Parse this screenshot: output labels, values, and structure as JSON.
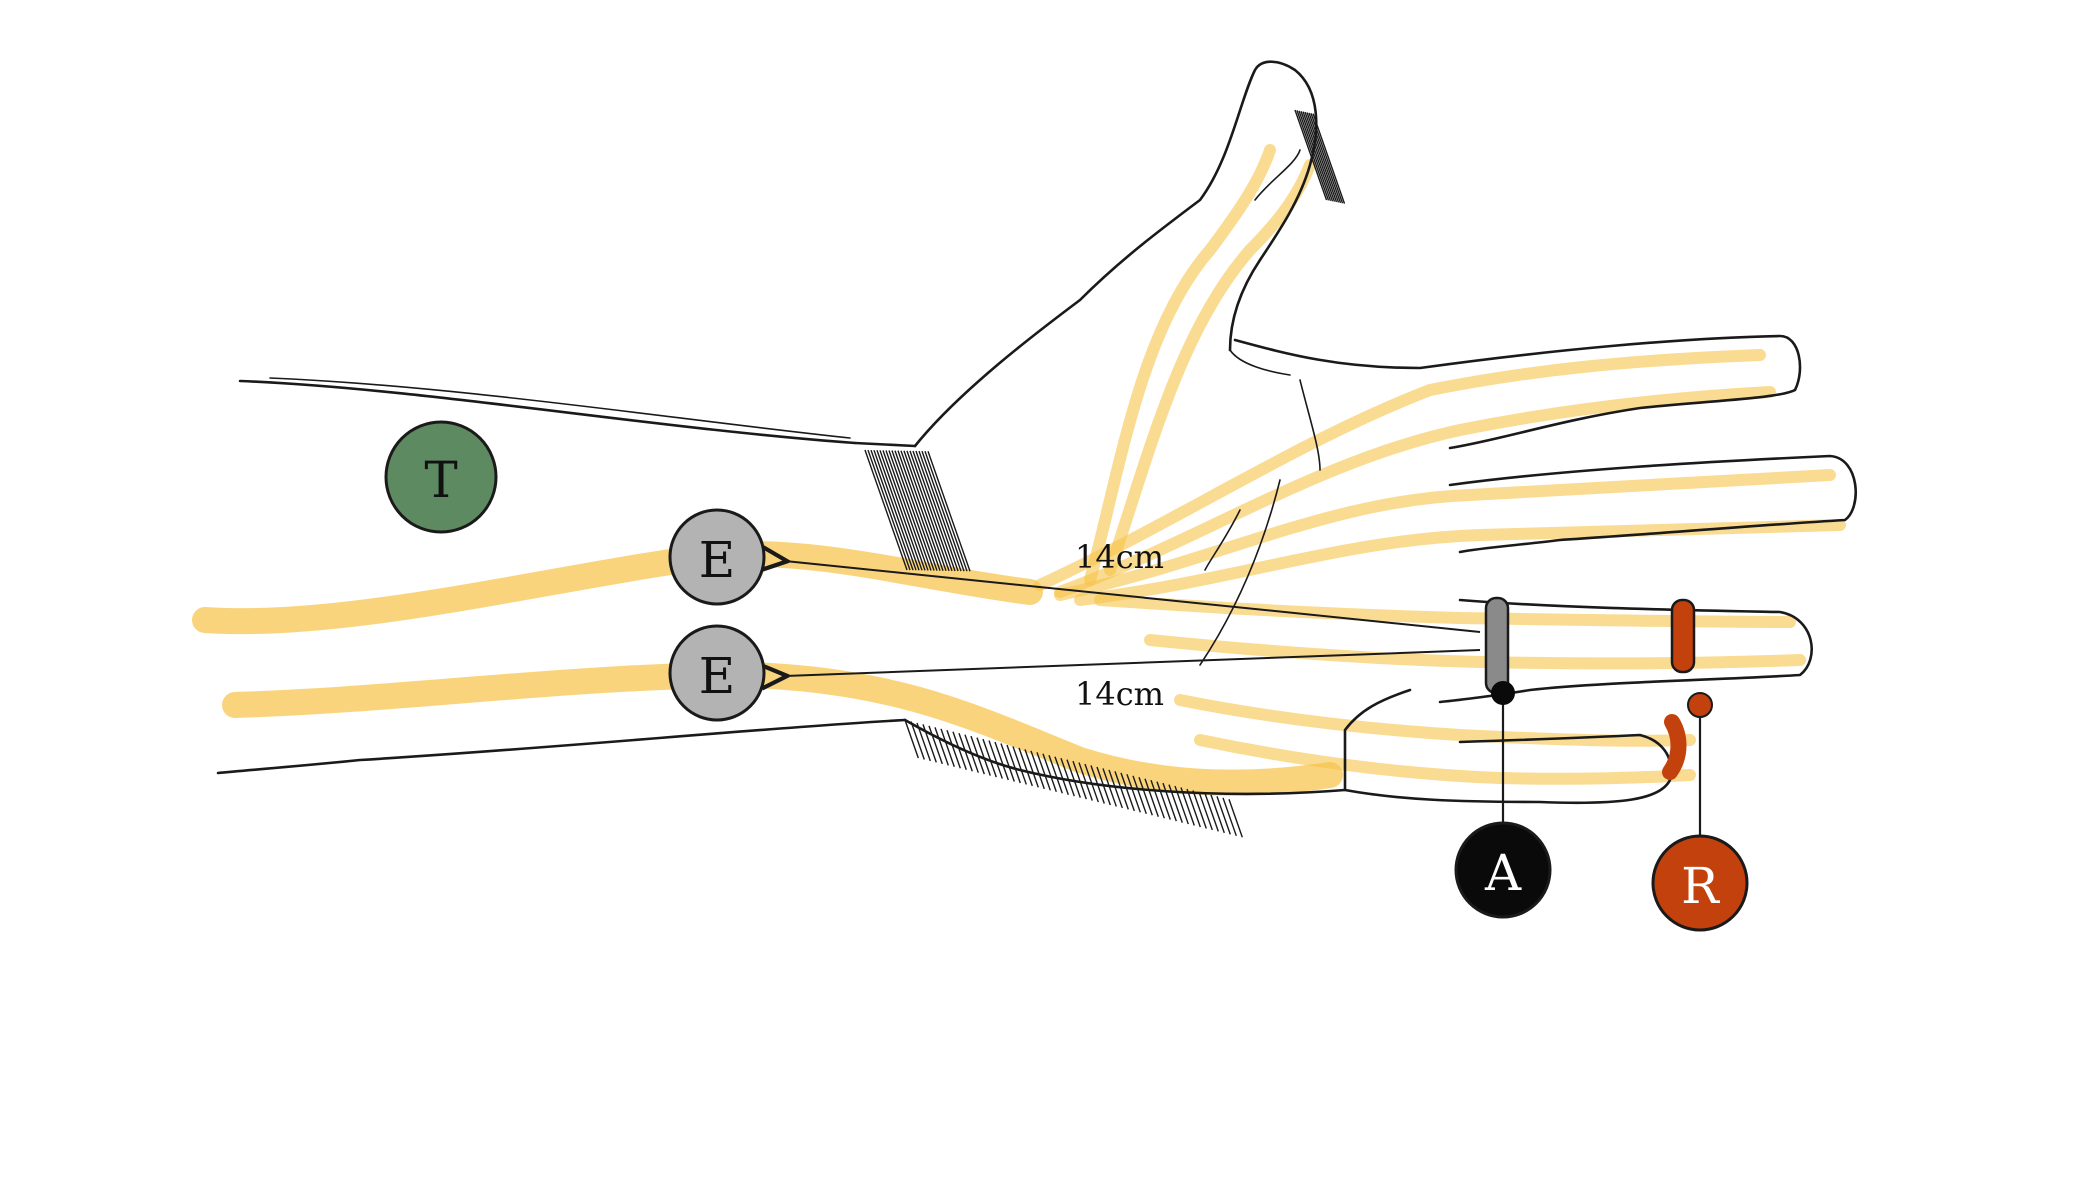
{
  "colors": {
    "nerve": "#f6c34a",
    "nerve_light": "#fbe29a",
    "outline": "#1a1a1a",
    "reference": "#5e8a62",
    "recording": "#b3b3b3",
    "active": "#0a0a0a",
    "ring_reference": "#c2410c",
    "ring_active": "#8a8a8a"
  },
  "markers": [
    {
      "id": "ground",
      "label": "T",
      "fill": "#5e8a62",
      "text_color": "#111111"
    },
    {
      "id": "recording-upper",
      "label": "E",
      "fill": "#b3b3b3",
      "text_color": "#111111"
    },
    {
      "id": "recording-lower",
      "label": "E",
      "fill": "#b3b3b3",
      "text_color": "#111111"
    },
    {
      "id": "active-ring",
      "label": "A",
      "fill": "#0a0a0a",
      "text_color": "#ffffff"
    },
    {
      "id": "reference-ring",
      "label": "R",
      "fill": "#c2410c",
      "text_color": "#ffffff"
    }
  ],
  "distances": {
    "upper": "14cm",
    "lower": "14cm"
  }
}
